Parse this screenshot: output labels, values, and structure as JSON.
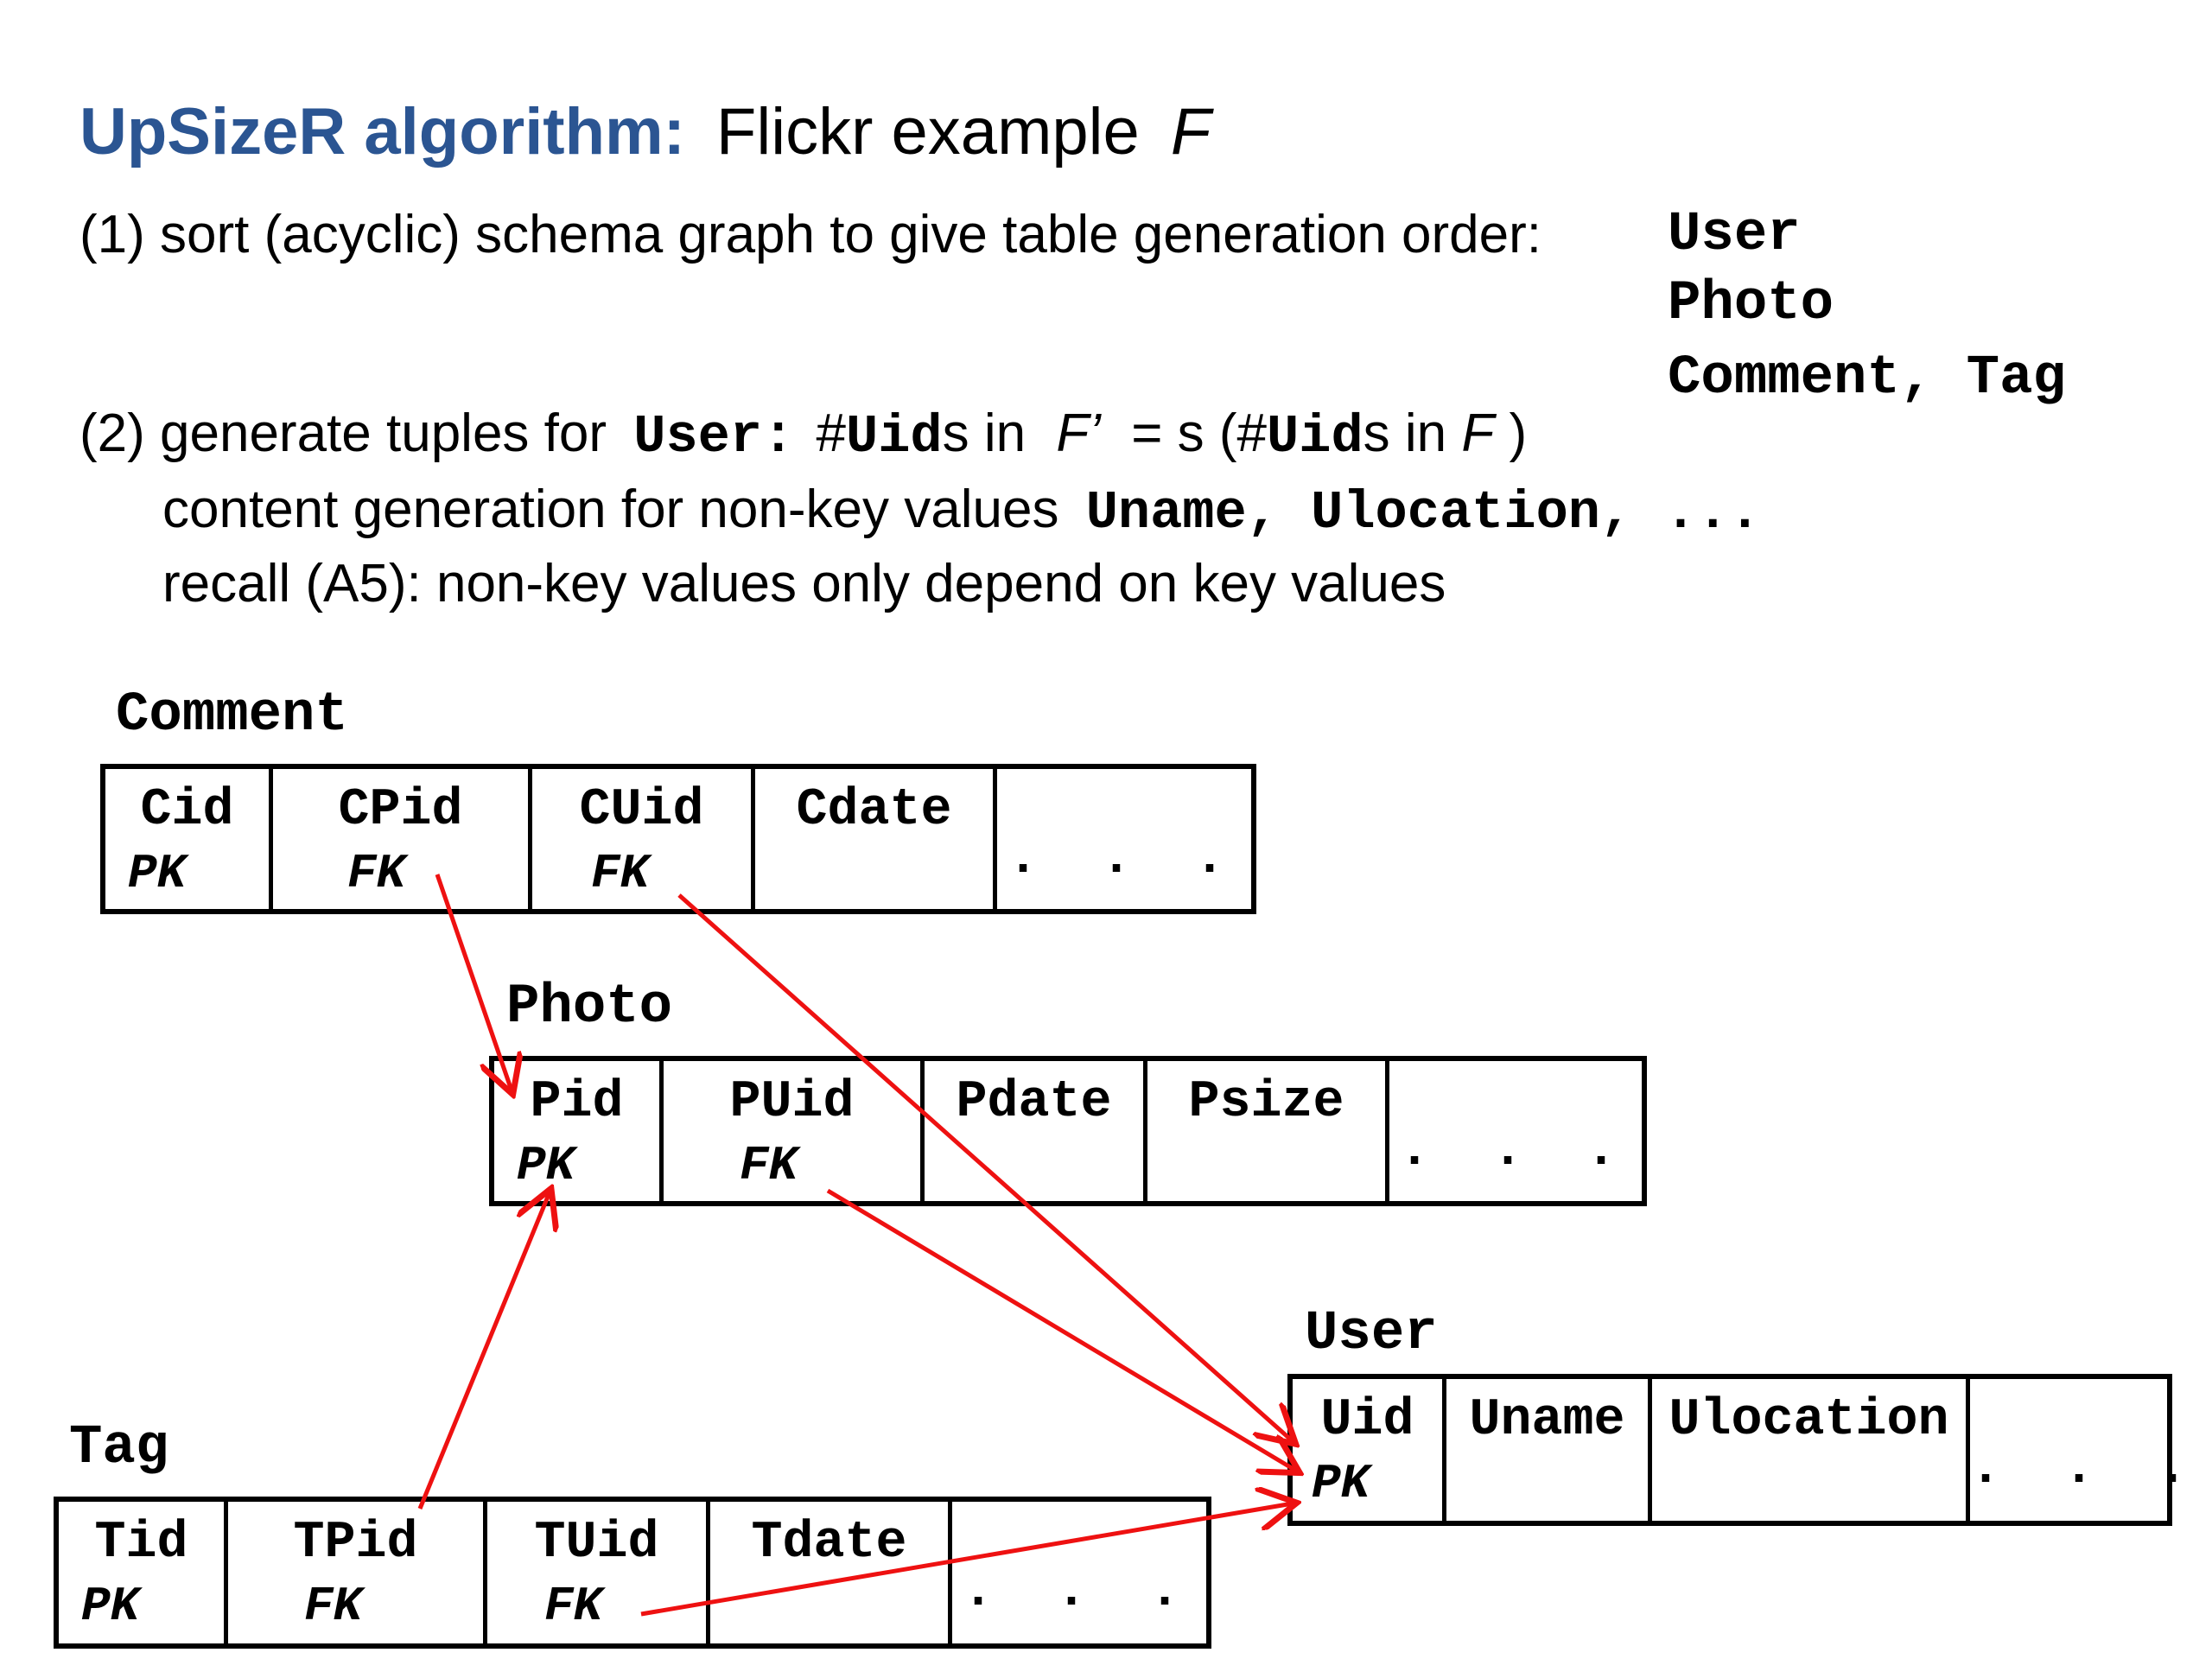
{
  "title": {
    "accent": "UpSizeR algorithm:",
    "rest": "Flickr example",
    "var": "F"
  },
  "step1": {
    "text": "(1) sort (acyclic) schema graph to give table generation order:",
    "order": [
      "User",
      "Photo",
      "Comment, Tag"
    ]
  },
  "step2": {
    "prefix": "(2) generate tuples for",
    "table": "User:",
    "hash1": "#",
    "uid1": "Uid",
    "mid": "s in",
    "fprime": "F’",
    "eq": "= s (#",
    "uid2": "Uid",
    "s_in": "s in",
    "f": "F",
    "close": ")",
    "content_text": "content generation for non-key values",
    "content_code": "Uname, Ulocation, ...",
    "recall": "recall (A5): non-key values only depend on key values"
  },
  "tables": {
    "comment": {
      "name": "Comment",
      "cols": [
        {
          "name": "Cid",
          "key": "PK"
        },
        {
          "name": "CPid",
          "key": "FK"
        },
        {
          "name": "CUid",
          "key": "FK"
        },
        {
          "name": "Cdate",
          "key": ""
        }
      ],
      "more": ". . ."
    },
    "photo": {
      "name": "Photo",
      "cols": [
        {
          "name": "Pid",
          "key": "PK"
        },
        {
          "name": "PUid",
          "key": "FK"
        },
        {
          "name": "Pdate",
          "key": ""
        },
        {
          "name": "Psize",
          "key": ""
        }
      ],
      "more": ". . ."
    },
    "user": {
      "name": "User",
      "cols": [
        {
          "name": "Uid",
          "key": "PK"
        },
        {
          "name": "Uname",
          "key": ""
        },
        {
          "name": "Ulocation",
          "key": ""
        }
      ],
      "more": ". . ."
    },
    "tag": {
      "name": "Tag",
      "cols": [
        {
          "name": "Tid",
          "key": "PK"
        },
        {
          "name": "TPid",
          "key": "FK"
        },
        {
          "name": "TUid",
          "key": "FK"
        },
        {
          "name": "Tdate",
          "key": ""
        }
      ],
      "more": ". . ."
    }
  },
  "colors": {
    "accent": "#2b5592",
    "arrow": "#ee1111"
  }
}
